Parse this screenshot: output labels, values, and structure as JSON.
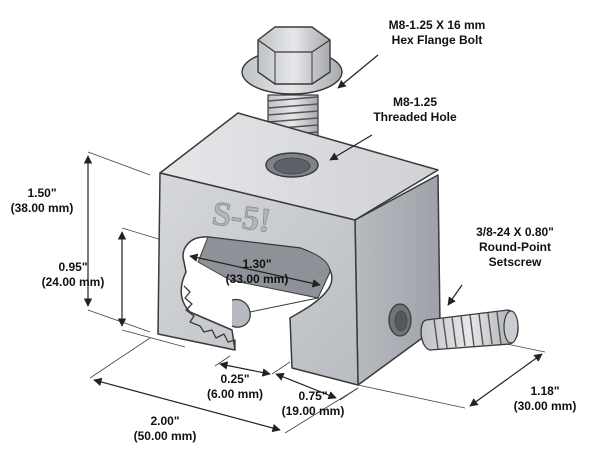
{
  "brand": {
    "logo_text": "S-5!"
  },
  "labels": {
    "bolt": {
      "line1": "M8-1.25 X 16 mm",
      "line2": "Hex Flange Bolt"
    },
    "hole": {
      "line1": "M8-1.25",
      "line2": "Threaded Hole"
    },
    "setscrew": {
      "line1": "3/8-24 X 0.80\"",
      "line2": "Round-Point",
      "line3": "Setscrew"
    },
    "height": {
      "line1": "1.50\"",
      "line2": "(38.00 mm)"
    },
    "slot_height": {
      "line1": "0.95\"",
      "line2": "(24.00 mm)"
    },
    "slot_width": {
      "line1": "1.30\"",
      "line2": "(33.00 mm)"
    },
    "lip": {
      "line1": "0.25\"",
      "line2": "(6.00 mm)"
    },
    "foot": {
      "line1": "0.75\"",
      "line2": "(19.00 mm)"
    },
    "width": {
      "line1": "2.00\"",
      "line2": "(50.00 mm)"
    },
    "depth": {
      "line1": "1.18\"",
      "line2": "(30.00 mm)"
    }
  },
  "colors": {
    "metal_front": "#c9cbcf",
    "metal_top": "#dadcdf",
    "metal_side": "#aeb1b6",
    "outline": "#3a3a3a",
    "dimension": "#222222"
  }
}
